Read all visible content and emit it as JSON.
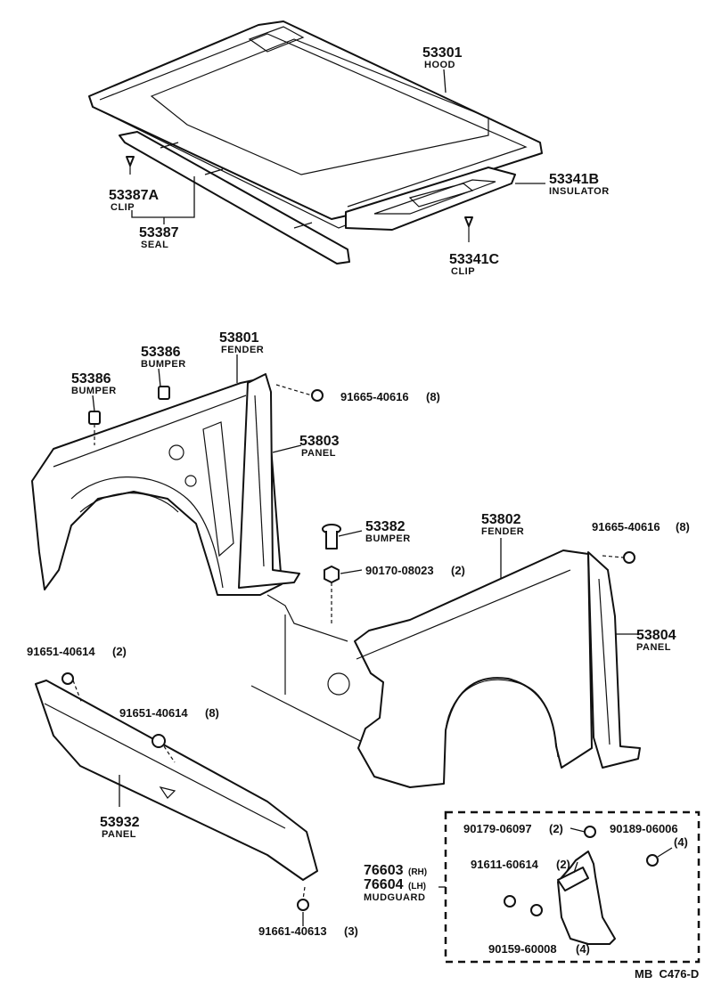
{
  "labels": {
    "hood": {
      "number": "53301",
      "name": "HOOD"
    },
    "insulator": {
      "number": "53341B",
      "name": "INSULATOR"
    },
    "clip_53387a": {
      "number": "53387A",
      "name": "CLIP"
    },
    "seal": {
      "number": "53387",
      "name": "SEAL"
    },
    "clip_53341c": {
      "number": "53341C",
      "name": "CLIP"
    },
    "fender_53801": {
      "number": "53801",
      "name": "FENDER"
    },
    "bumper_53386_a": {
      "number": "53386",
      "name": "BUMPER"
    },
    "bumper_53386_b": {
      "number": "53386",
      "name": "BUMPER"
    },
    "bolt_91665_upper": {
      "part": "91665-40616",
      "qty": "(8)"
    },
    "panel_53803": {
      "number": "53803",
      "name": "PANEL"
    },
    "bumper_53382": {
      "number": "53382",
      "name": "BUMPER"
    },
    "nut_90170": {
      "part": "90170-08023",
      "qty": "(2)"
    },
    "fender_53802": {
      "number": "53802",
      "name": "FENDER"
    },
    "bolt_91665_right": {
      "part": "91665-40616",
      "qty": "(8)"
    },
    "panel_53804": {
      "number": "53804",
      "name": "PANEL"
    },
    "bolt_91651_a": {
      "part": "91651-40614",
      "qty": "(2)"
    },
    "bolt_91651_b": {
      "part": "91651-40614",
      "qty": "(8)"
    },
    "panel_53932": {
      "number": "53932",
      "name": "PANEL"
    },
    "bolt_91661": {
      "part": "91661-40613",
      "qty": "(3)"
    },
    "part_90179": {
      "part": "90179-06097",
      "qty": "(2)"
    },
    "part_90189": {
      "part": "90189-06006",
      "qty": "(4)"
    },
    "part_91611": {
      "part": "91611-60614",
      "qty": "(2)"
    },
    "part_90159": {
      "part": "90159-60008",
      "qty": "(4)"
    },
    "mudguard": {
      "number_rh": "76603",
      "tag_rh": "(RH)",
      "number_lh": "76604",
      "tag_lh": "(LH)",
      "name": "MUDGUARD"
    },
    "figure_code": "MB  C476-D"
  }
}
